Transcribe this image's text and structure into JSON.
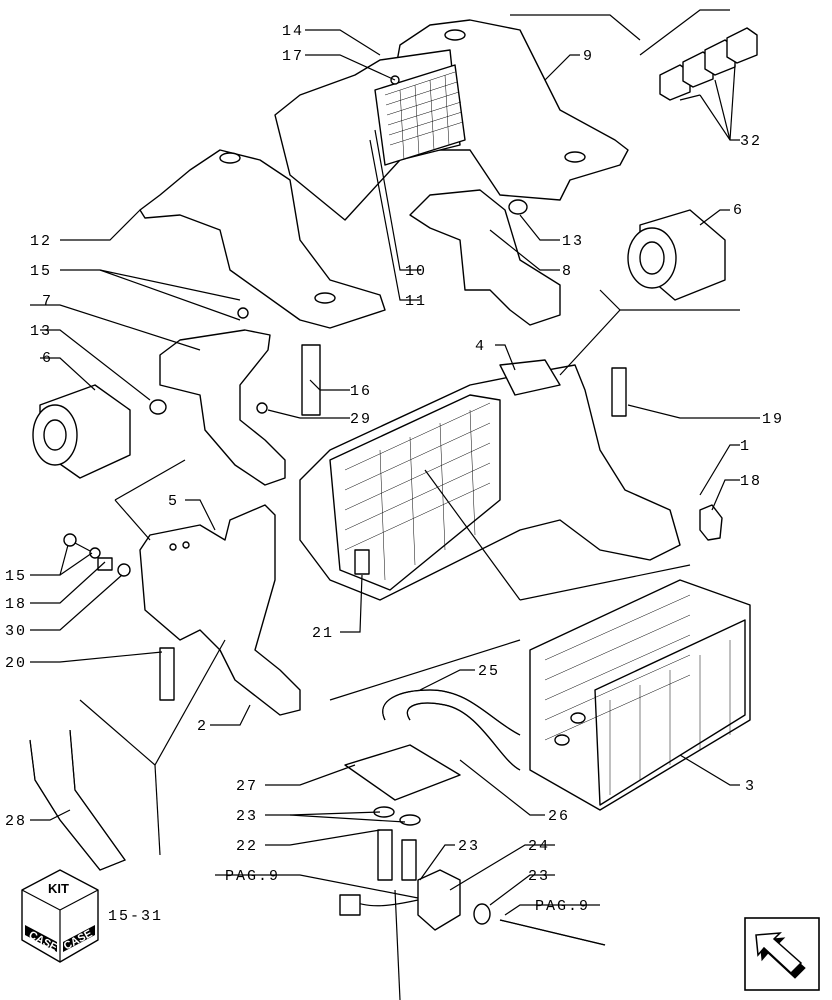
{
  "callouts": [
    {
      "id": "c14",
      "text": "14"
    },
    {
      "id": "c17",
      "text": "17"
    },
    {
      "id": "c9",
      "text": "9"
    },
    {
      "id": "c32",
      "text": "32"
    },
    {
      "id": "c12",
      "text": "12"
    },
    {
      "id": "c6a",
      "text": "6"
    },
    {
      "id": "c13a",
      "text": "13"
    },
    {
      "id": "c15a",
      "text": "15"
    },
    {
      "id": "c10",
      "text": "10"
    },
    {
      "id": "c8",
      "text": "8"
    },
    {
      "id": "c7",
      "text": "7"
    },
    {
      "id": "c11",
      "text": "11"
    },
    {
      "id": "c13b",
      "text": "13"
    },
    {
      "id": "c4",
      "text": "4"
    },
    {
      "id": "c16",
      "text": "16"
    },
    {
      "id": "c6b",
      "text": "6"
    },
    {
      "id": "c29",
      "text": "29"
    },
    {
      "id": "c19",
      "text": "19"
    },
    {
      "id": "c1",
      "text": "1"
    },
    {
      "id": "c18a",
      "text": "18"
    },
    {
      "id": "c5",
      "text": "5"
    },
    {
      "id": "c15b",
      "text": "15"
    },
    {
      "id": "c18b",
      "text": "18"
    },
    {
      "id": "c30",
      "text": "30"
    },
    {
      "id": "c21",
      "text": "21"
    },
    {
      "id": "c20",
      "text": "20"
    },
    {
      "id": "c25",
      "text": "25"
    },
    {
      "id": "c2",
      "text": "2"
    },
    {
      "id": "c27",
      "text": "27"
    },
    {
      "id": "c3",
      "text": "3"
    },
    {
      "id": "c28",
      "text": "28"
    },
    {
      "id": "c23a",
      "text": "23"
    },
    {
      "id": "c26",
      "text": "26"
    },
    {
      "id": "c22",
      "text": "22"
    },
    {
      "id": "c23b",
      "text": "23"
    },
    {
      "id": "c24",
      "text": "24"
    },
    {
      "id": "cpag1",
      "text": "PAG.9"
    },
    {
      "id": "c23c",
      "text": "23"
    },
    {
      "id": "cpag2",
      "text": "PAG.9"
    }
  ],
  "kit": {
    "label": "KIT",
    "brand_left": "CASE",
    "brand_right": "CASE",
    "ref": "15-31"
  }
}
